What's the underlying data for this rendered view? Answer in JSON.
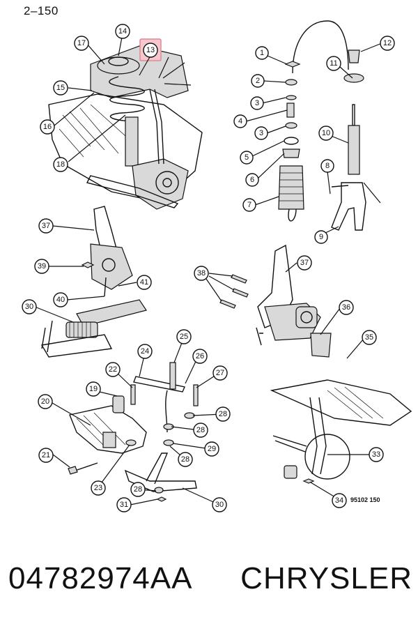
{
  "header": {
    "page_number": "2–150"
  },
  "footer": {
    "part_number": "04782974AA",
    "brand": "CHRYSLER"
  },
  "figure_code": "95102 150",
  "highlighted_callout": "13",
  "callouts": [
    "1",
    "2",
    "3",
    "4",
    "3",
    "5",
    "6",
    "7",
    "8",
    "9",
    "10",
    "11",
    "12",
    "13",
    "14",
    "15",
    "16",
    "17",
    "18",
    "19",
    "20",
    "21",
    "22",
    "23",
    "24",
    "25",
    "26",
    "27",
    "28",
    "28",
    "28",
    "28",
    "29",
    "30",
    "31",
    "30",
    "37",
    "39",
    "40",
    "41",
    "33",
    "34",
    "35",
    "36",
    "37",
    "38"
  ]
}
